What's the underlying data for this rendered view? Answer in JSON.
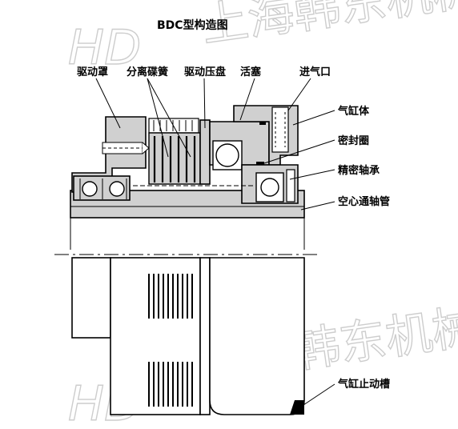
{
  "title": "BDC型构造图",
  "labels": {
    "drive_cover": "驱动罩",
    "disc_spring": "分离碟簧",
    "pressure_plate": "驱动压盘",
    "piston": "活塞",
    "air_inlet": "进气口",
    "cylinder_body": "气缸体",
    "seal_ring": "密封圈",
    "precision_bearing": "精密轴承",
    "hollow_shaft": "空心通轴管",
    "cylinder_stop_slot": "气缸止动槽"
  },
  "watermark": {
    "brand_text": "上海韩东机械",
    "logo_text": "HD"
  },
  "colors": {
    "part_fill": "#d0d0d0",
    "line": "#000000",
    "background": "#ffffff",
    "watermark": "#c8c8c8"
  }
}
